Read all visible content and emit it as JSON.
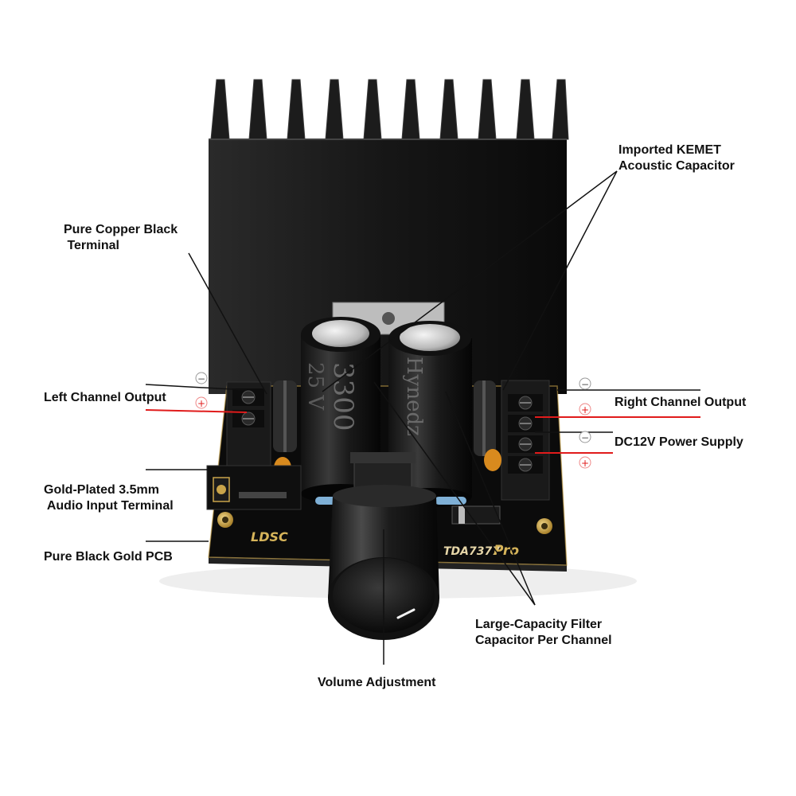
{
  "labels": {
    "kemet": [
      "Imported KEMET",
      "Acoustic Capacitor"
    ],
    "copper_terminal": [
      "Pure Copper Black",
      " Terminal"
    ],
    "left_output": "Left Channel Output",
    "right_output": "Right Channel Output",
    "power_supply": "DC12V Power Supply",
    "audio_input": [
      "Gold-Plated 3.5mm",
      " Audio Input Terminal"
    ],
    "pcb": "Pure Black Gold PCB",
    "filter_cap": [
      "Large-Capacity Filter",
      "Capacitor Per Channel"
    ],
    "volume": "Volume Adjustment"
  },
  "pcb_markings": {
    "brand": "LDSC",
    "model": "TDA7377",
    "model_suffix": "Pro",
    "cap_left_value": "3300",
    "cap_left_voltage": "25 V",
    "cap_right_brand": "Hynedz"
  },
  "polarity": {
    "minus": "−",
    "plus": "+"
  },
  "colors": {
    "heatsink": "#141414",
    "pcb": "#0b0b0b",
    "gold": "#c9a44a",
    "positive_wire": "#e01b1b",
    "leader_line": "#111111"
  }
}
